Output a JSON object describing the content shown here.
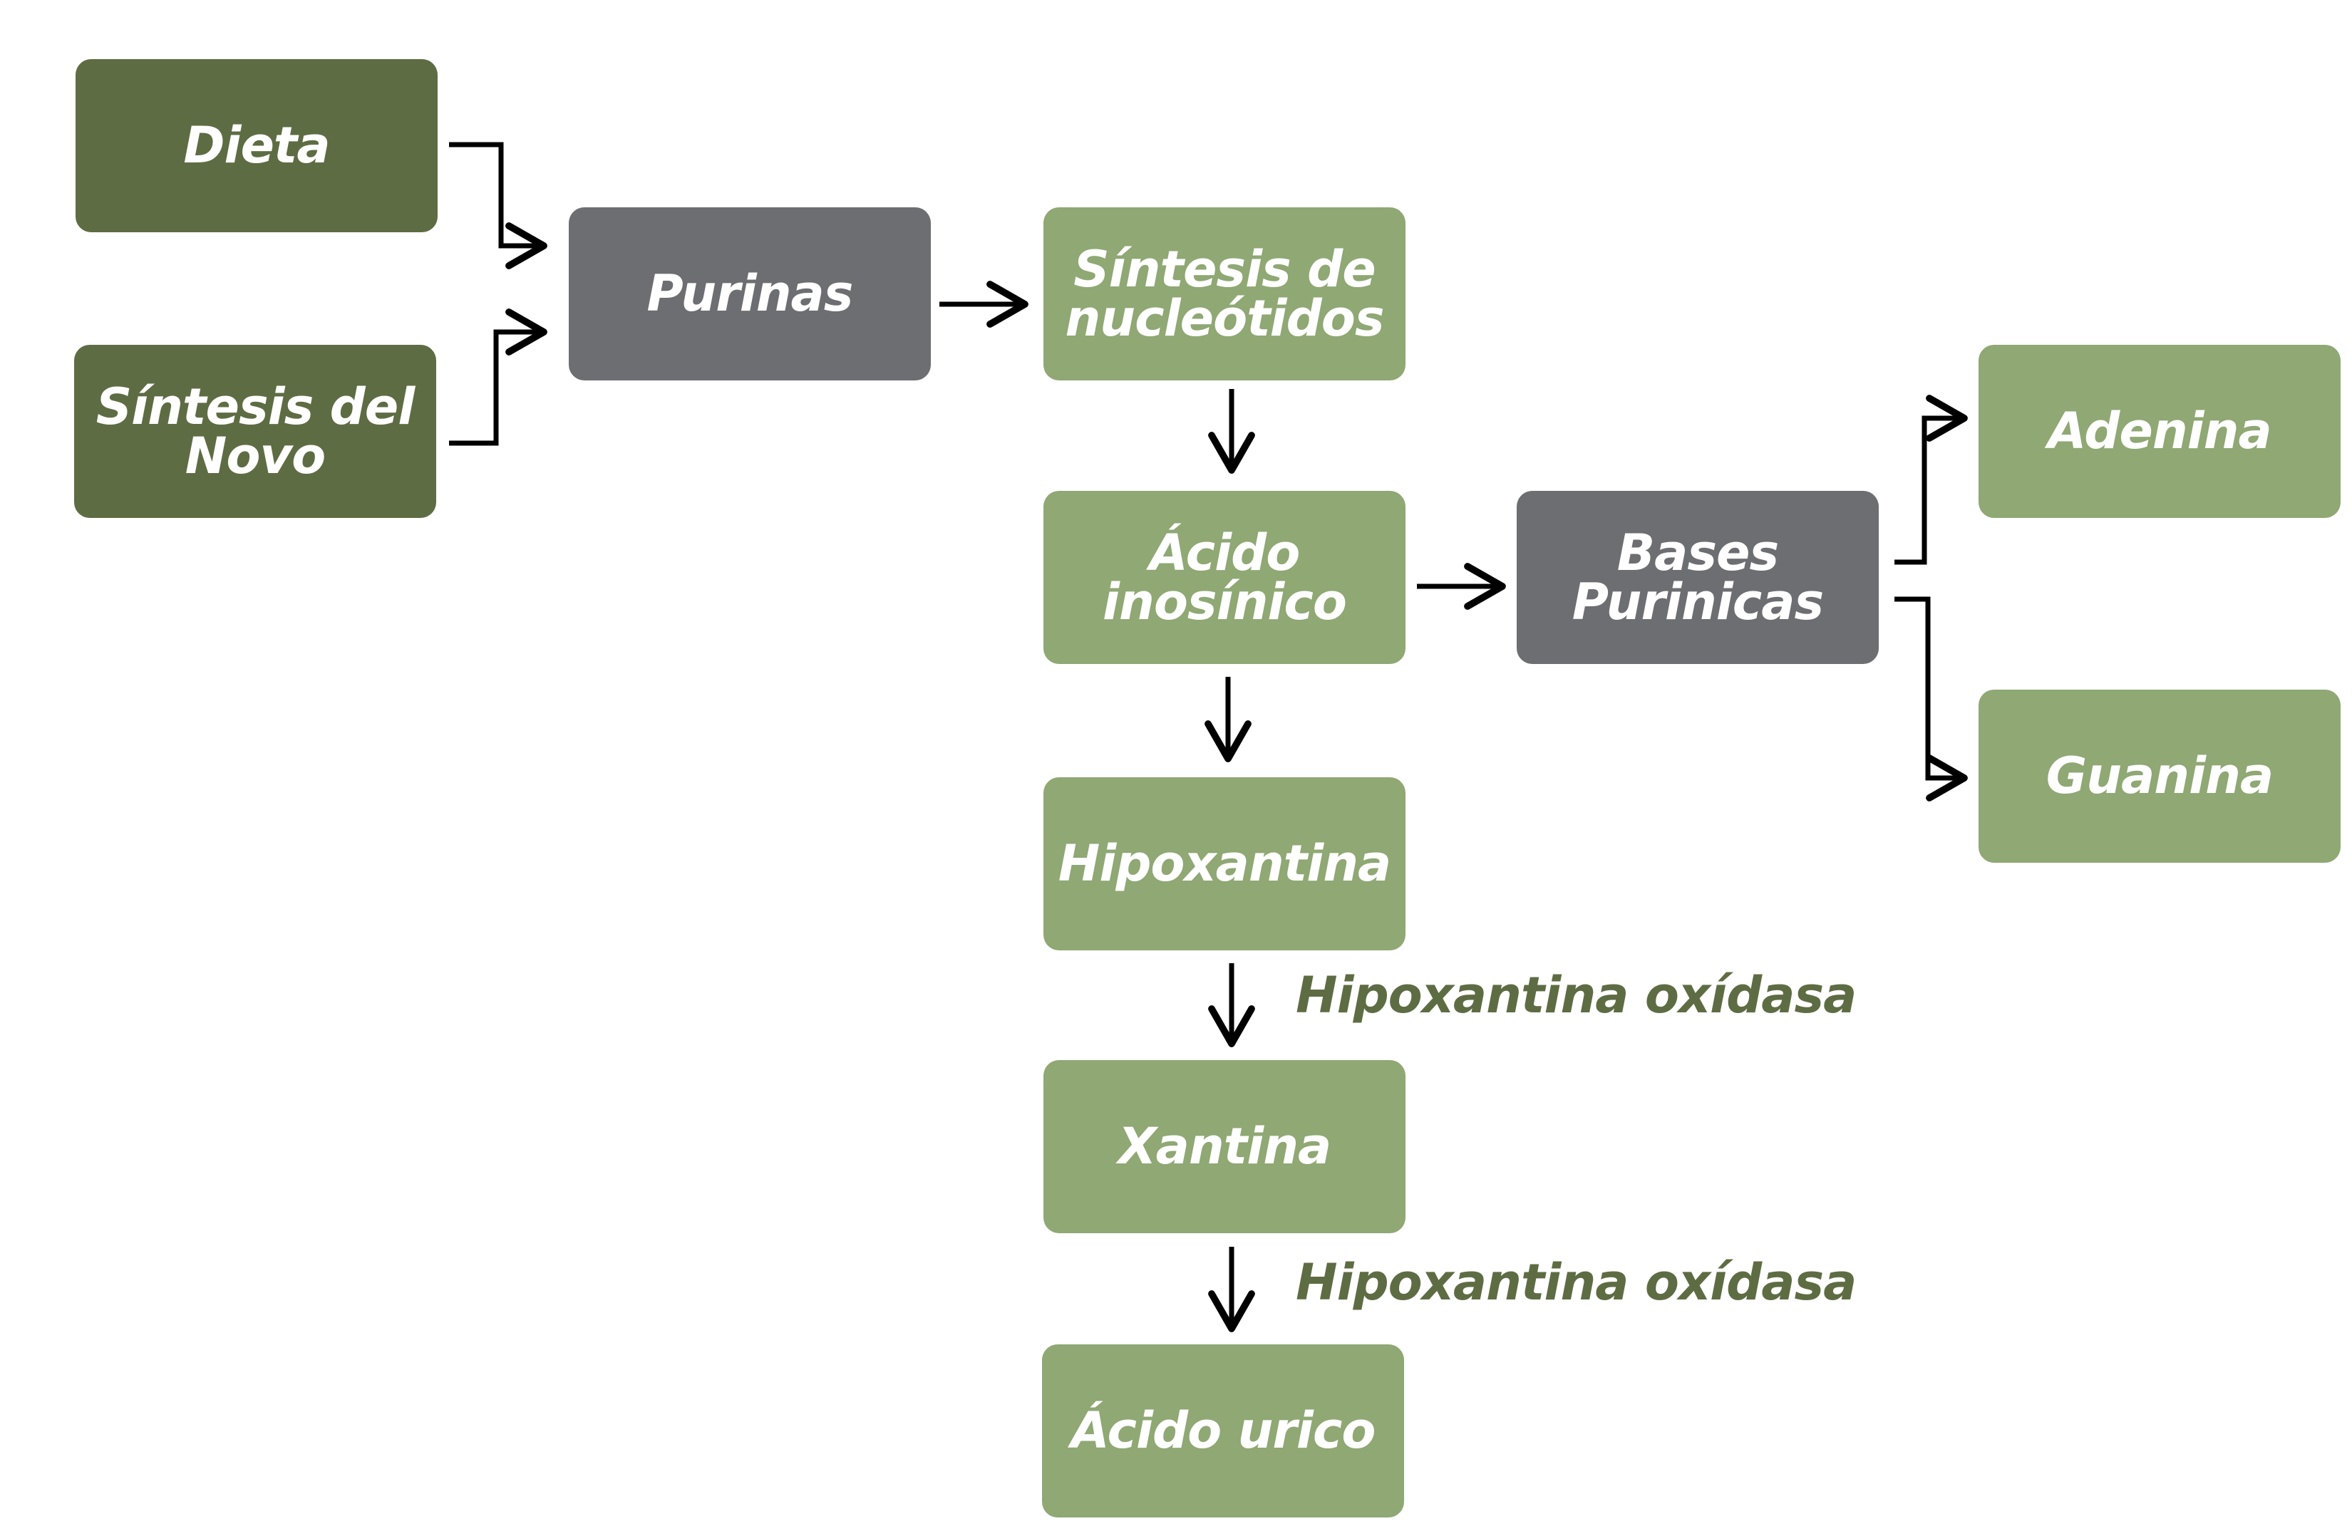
{
  "nodes": {
    "dieta": "Dieta",
    "sintesis_del_novo": "Síntesis del\nNovo",
    "purinas": "Purinas",
    "sintesis_nucleotidos": "Síntesis de\nnucleótidos",
    "acido_inosinico": "Ácido\ninosínico",
    "bases_purinicas": "Bases\nPurinicas",
    "adenina": "Adenina",
    "guanina": "Guanina",
    "hipoxantina": "Hipoxantina",
    "xantina": "Xantina",
    "acido_urico": "Ácido urico"
  },
  "enzymes": {
    "hipoxantina_to_xantina": "Hipoxantina oxídasa",
    "xantina_to_acido_urico": "Hipoxantina oxídasa"
  },
  "colors": {
    "dark_green": "#5e6c43",
    "gray": "#6d6e72",
    "light_green": "#8fa874",
    "arrow": "#000000"
  }
}
